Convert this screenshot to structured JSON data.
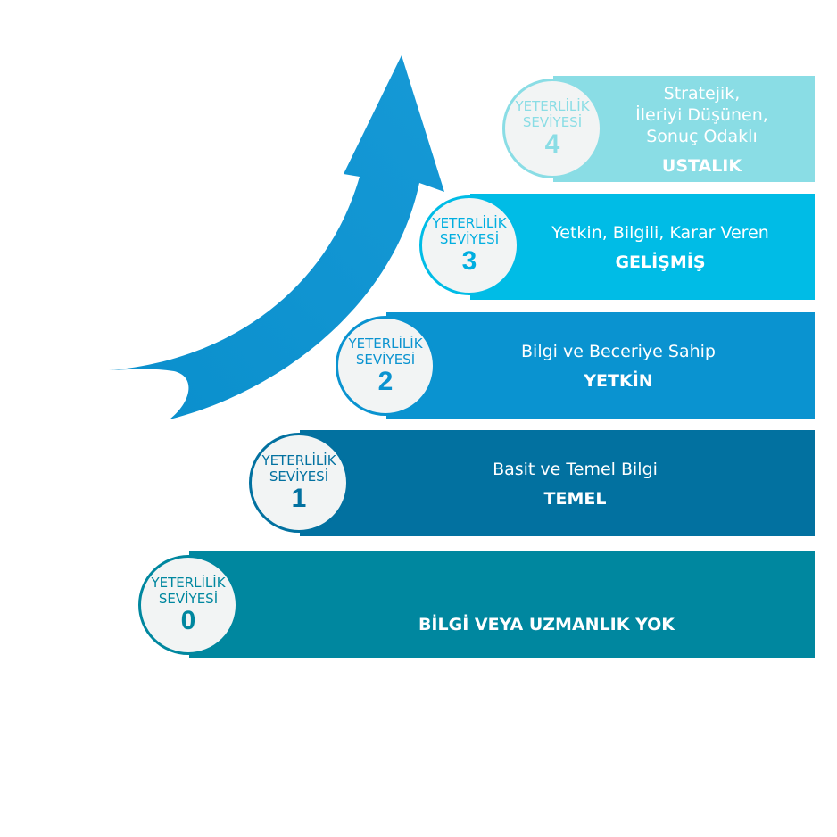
{
  "circle_label_line1": "YETERLİLİK",
  "circle_label_line2": "SEVİYESİ",
  "levels": [
    {
      "number": "0",
      "description": "",
      "title": "BİLGİ VEYA UZMANLIK YOK",
      "color": "#00879f"
    },
    {
      "number": "1",
      "description": "Basit ve Temel Bilgi",
      "title": "TEMEL",
      "color": "#0271a0"
    },
    {
      "number": "2",
      "description": "Bilgi ve Beceriye Sahip",
      "title": "YETKİN",
      "color": "#0a93d0"
    },
    {
      "number": "3",
      "description": "Yetkin, Bilgili, Karar Veren",
      "title": "GELİŞMİŞ",
      "color": "#00bce6"
    },
    {
      "number": "4",
      "description_lines": [
        "Stratejik,",
        "İleriyi Düşünen,",
        "Sonuç Odaklı"
      ],
      "title": "USTALIK",
      "color": "#8adde5"
    }
  ],
  "arrow_color": "#0b8fd0"
}
